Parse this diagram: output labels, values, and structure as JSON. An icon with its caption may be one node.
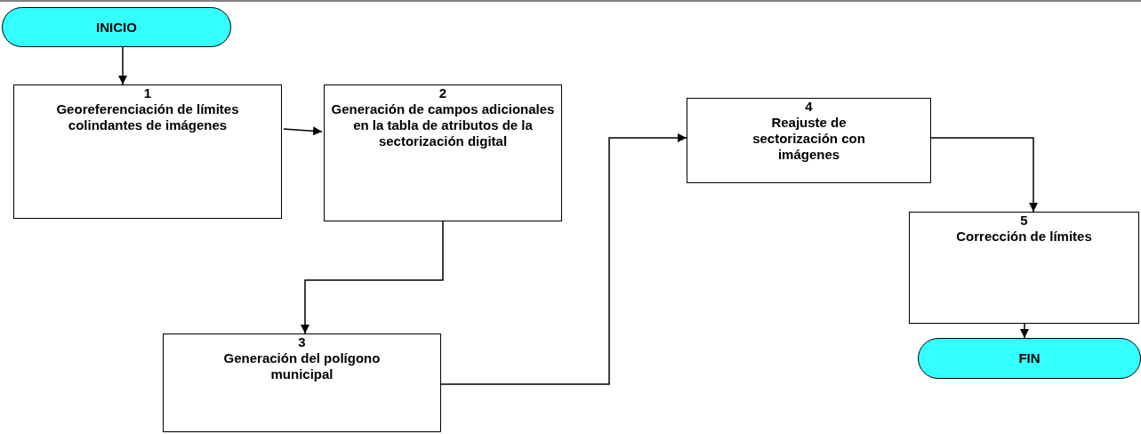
{
  "diagram": {
    "nodes": [
      {
        "text": [
          "INICIO"
        ]
      },
      {
        "text": [
          "1",
          "Georeferenciación de límites colindantes de imágenes"
        ]
      },
      {
        "text": [
          "2",
          "Generación de campos adicionales en la tabla de atributos de la sectorización digital"
        ]
      },
      {
        "text": [
          "3",
          "Generación del polígono municipal"
        ]
      },
      {
        "text": [
          "4",
          "Reajuste de sectorización con imágenes"
        ]
      },
      {
        "text": [
          "5",
          "Corrección de límites"
        ]
      },
      {
        "text": [
          "FIN"
        ]
      }
    ],
    "edges": [
      {
        "from": 0,
        "to": 1,
        "arrow": "to"
      },
      {
        "from": 1,
        "to": 2,
        "arrow": "to"
      },
      {
        "from": 2,
        "to": 3,
        "arrow": "to"
      },
      {
        "from": 3,
        "to": 4,
        "arrow": "to"
      },
      {
        "from": 4,
        "to": 5,
        "arrow": "to"
      },
      {
        "from": 5,
        "to": 6,
        "arrow": "to"
      }
    ]
  }
}
